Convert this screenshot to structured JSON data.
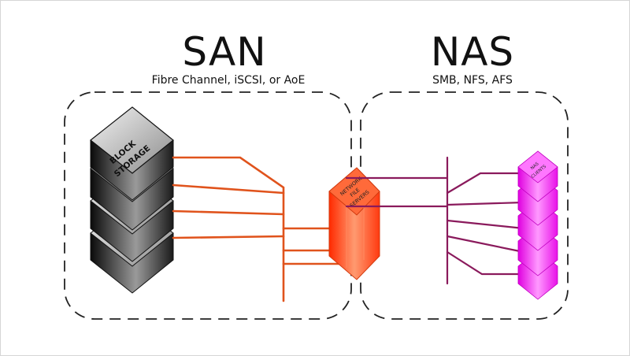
{
  "san": {
    "title": "SAN",
    "subtitle": "Fibre Channel, iSCSI, or AoE",
    "block_label_line1": "BLOCK",
    "block_label_line2": "STORAGE"
  },
  "nas": {
    "title": "NAS",
    "subtitle": "SMB, NFS, AFS",
    "server_label_line1": "NETWORK",
    "server_label_line2": "FILE",
    "server_label_line3": "SERVERS",
    "client_label_line1": "NAS",
    "client_label_line2": "CLIENTS"
  },
  "colors": {
    "san_link": "#e0531c",
    "nas_link": "#8a1a5c",
    "server": "#ff4a1a",
    "client": "#ff33ff",
    "block_dark": "#222222",
    "boundary": "#222222"
  }
}
